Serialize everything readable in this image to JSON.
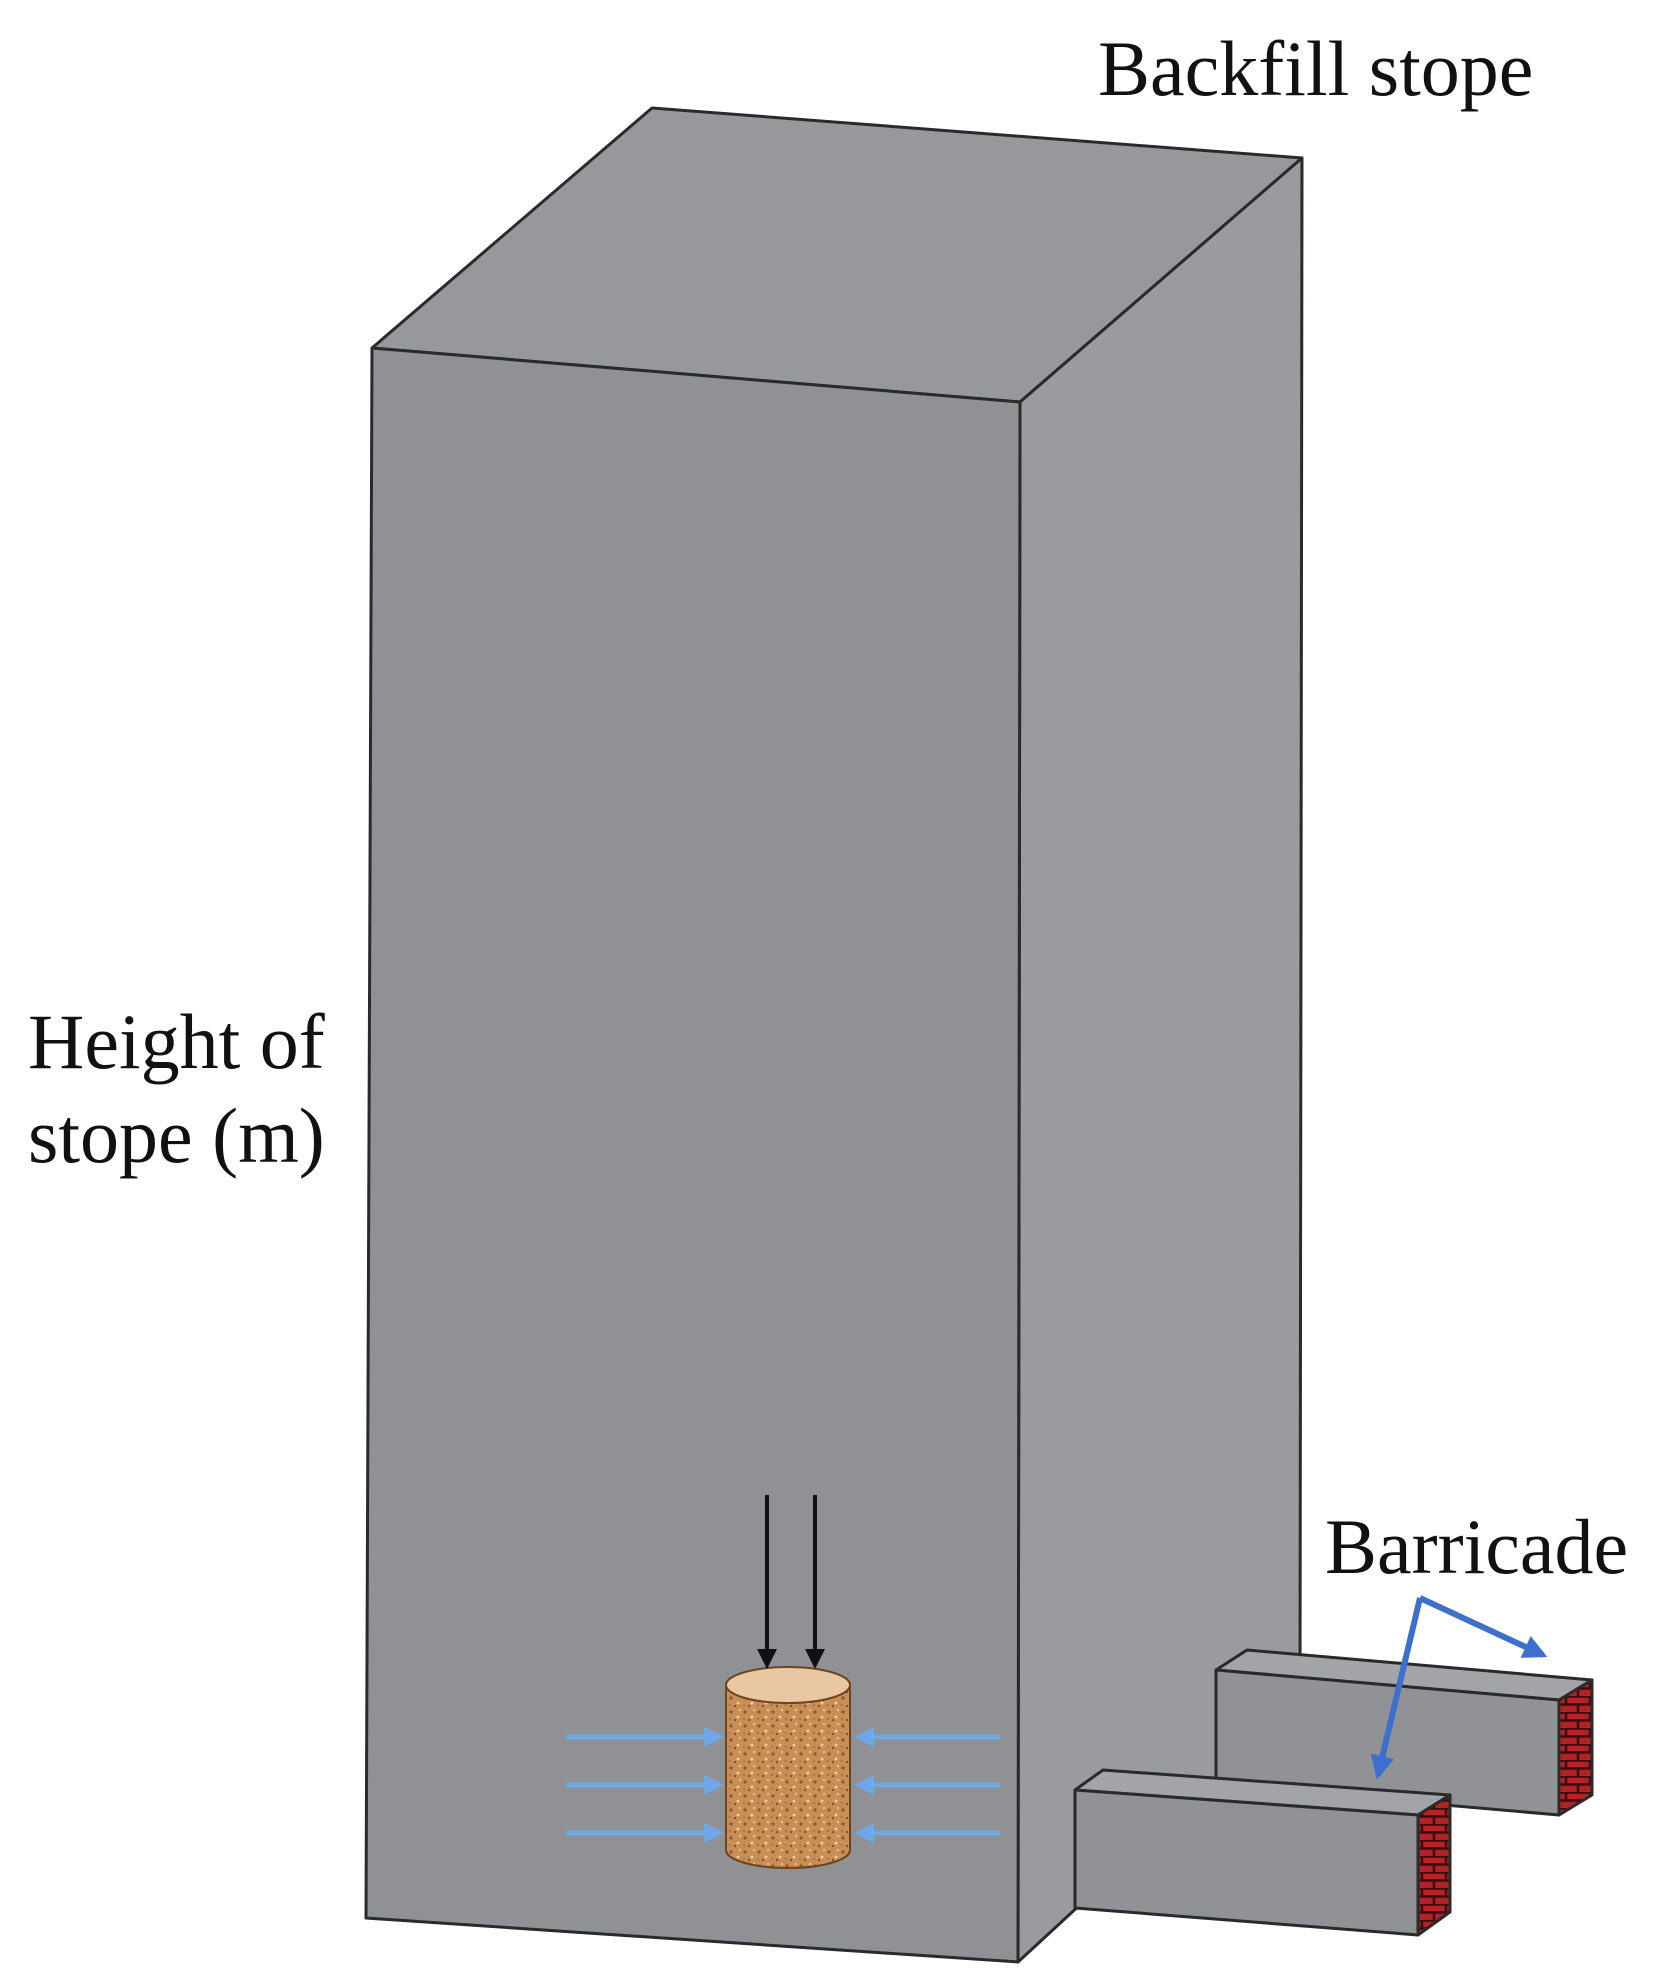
{
  "title": "Backfill stope",
  "height_label": {
    "line1": "Height of",
    "line2": "stope (m)"
  },
  "barricade_label": "Barricade",
  "colors": {
    "stope_front": "#909195",
    "stope_side": "#9a9b9f",
    "stope_top": "#97989c",
    "edge": "#2a2a2a",
    "sample": "#c98e55",
    "sample_top": "#e9c7a2",
    "arrow_vertical": "#111111",
    "arrow_lateral": "#6fa8e6",
    "pointer": "#3d6fcc",
    "brick": "#b22424"
  }
}
